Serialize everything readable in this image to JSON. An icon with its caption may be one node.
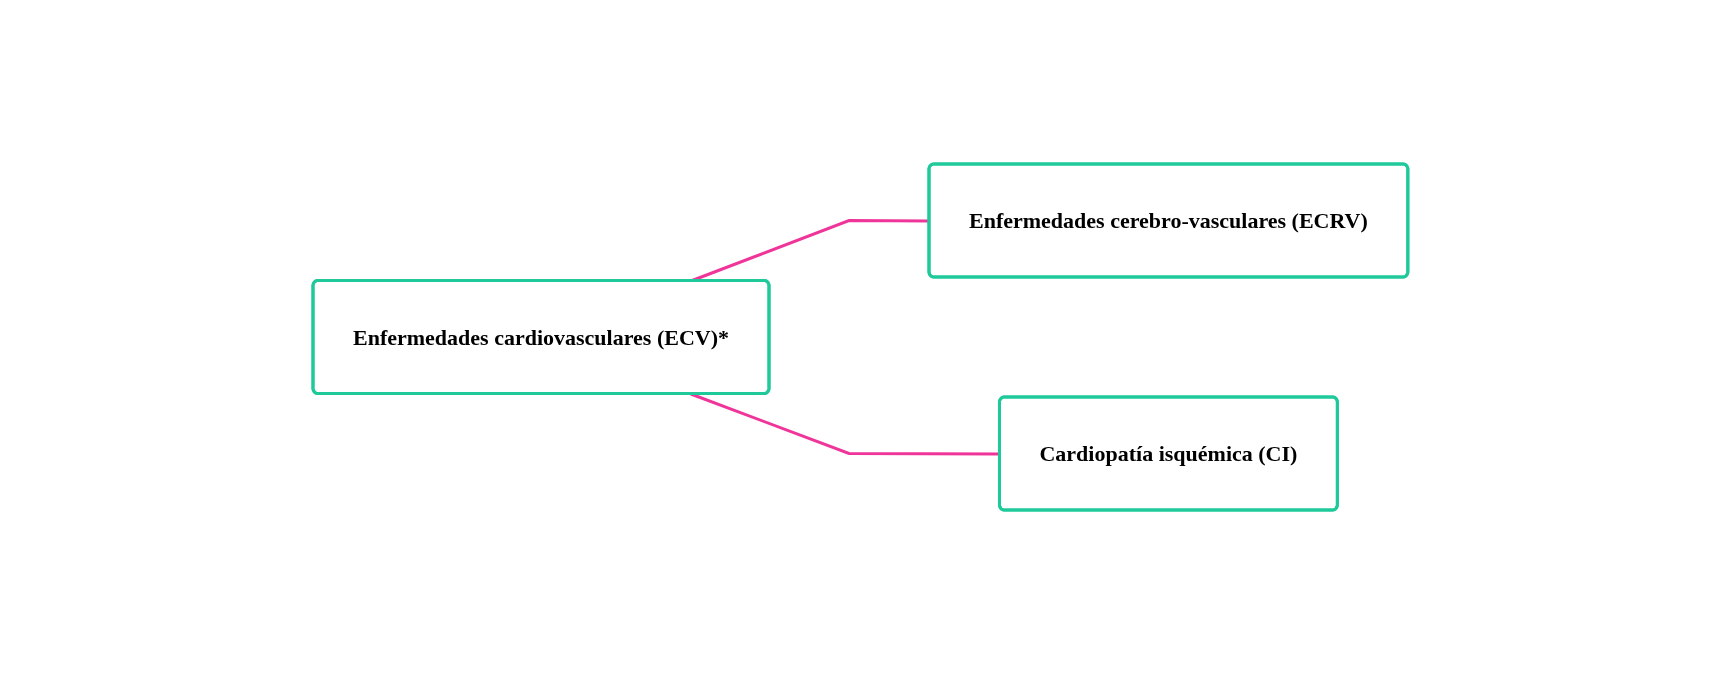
{
  "diagram": {
    "nodes": [
      {
        "text": [
          "Enfermedades cardiovasculares (ECV)*"
        ]
      },
      {
        "text": [
          "Enfermedades cerebro-vasculares (ECRV)"
        ]
      },
      {
        "text": [
          "Cardiopatía isquémica (CI)"
        ]
      }
    ],
    "edges": [
      {
        "from": 0,
        "to": 1,
        "arrow": "none"
      },
      {
        "from": 0,
        "to": 2,
        "arrow": "none"
      }
    ]
  }
}
